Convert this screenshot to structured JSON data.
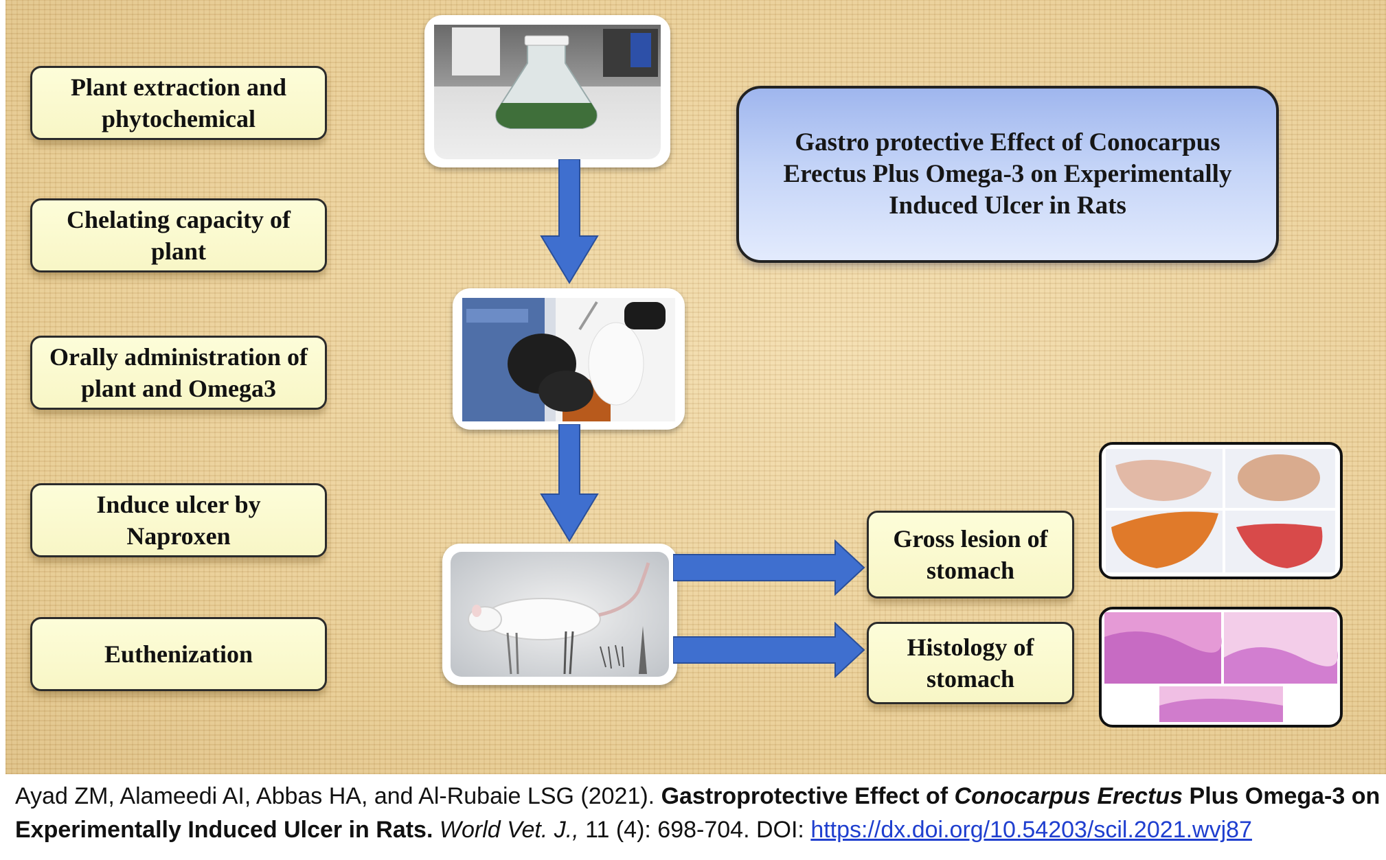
{
  "diagram": {
    "title": "Gastro protective Effect of Conocarpus Erectus Plus Omega-3 on Experimentally Induced Ulcer in Rats",
    "steps": [
      {
        "label": "Plant extraction and phytochemical"
      },
      {
        "label": "Chelating capacity of plant"
      },
      {
        "label": "Orally administration of plant and Omega3"
      },
      {
        "label": "Induce ulcer by Naproxen"
      },
      {
        "label": "Euthenization"
      }
    ],
    "results": [
      {
        "label": "Gross  lesion of stomach"
      },
      {
        "label": "Histology  of stomach"
      }
    ],
    "colors": {
      "arrow": "#3f6fcf",
      "box_fill": "#faf8cc",
      "title_fill": "#c3d3f7",
      "background": "#e9cf9a"
    }
  },
  "citation": {
    "authors": "Ayad ZM, Alameedi AI, Abbas HA, and Al-Rubaie LSG (2021). ",
    "title_part1": "Gastroprotective Effect of ",
    "title_italic": "Conocarpus Erectus",
    "title_part2": " Plus Omega-3 on Experimentally Induced Ulcer in Rats.",
    "journal": " World Vet. J.,",
    "volume": " 11 (4): 698-704. DOI: ",
    "doi_link": "https://dx.doi.org/10.54203/scil.2021.wvj87"
  }
}
